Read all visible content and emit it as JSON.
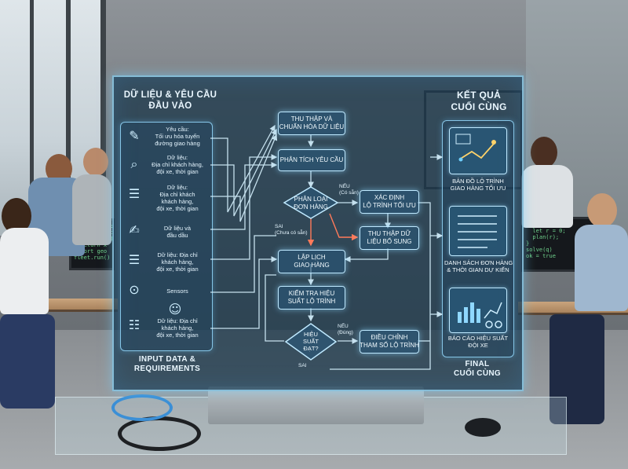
{
  "panel": {
    "left_title": "DỮ LIỆU & YÊU CẦU\nĐẦU VÀO",
    "left_footer": "INPUT DATA &\nREQUIREMENTS",
    "right_title": "KẾT QUẢ\nCUỐI CÙNG",
    "right_footer": "FINAL\nCUỐI CÙNG"
  },
  "inputs": [
    {
      "icon": "document-edit-icon",
      "glyph": "✎",
      "label": "Yêu cầu:\nTối ưu hóa tuyến\nđường giao hàng"
    },
    {
      "icon": "search-icon",
      "glyph": "⌕",
      "label": "Dữ liệu:\nĐịa chỉ khách hàng,\nđội xe, thời gian"
    },
    {
      "icon": "document-icon",
      "glyph": "☰",
      "label": "Dữ liệu:\nĐịa chỉ khách\nkhách hàng,\nđội xe, thời gian"
    },
    {
      "icon": "edit-icon",
      "glyph": "✍",
      "label": "Dữ liệu và\nđầu dầu"
    },
    {
      "icon": "document-icon",
      "glyph": "☰",
      "label": "Dữ liệu: Địa chỉ\nkhách hàng,\nđội xe, thời gian"
    },
    {
      "icon": "microphone-icon",
      "glyph": "⊙",
      "label": "Sensors"
    },
    {
      "icon": "user-icon",
      "glyph": "☺",
      "label": ""
    },
    {
      "icon": "document-search-icon",
      "glyph": "☷",
      "label": "Dữ liệu: Địa chỉ\nkhách hàng,\nđội xe, thời gian"
    }
  ],
  "flow": {
    "collect": "THU THẬP VÀ\nCHUẨN HÓA DỮ LIỆU",
    "analyze": "PHÂN TÍCH YÊU CẦU",
    "classify": "PHÂN LOẠI\nĐƠN HÀNG",
    "route": "XÁC ĐỊNH\nLỘ TRÌNH TỐI ƯU",
    "extra": "THU THẬP DỮ\nLIỆU BỔ SUNG",
    "schedule": "LẬP LỊCH\nGIAO HÀNG",
    "check": "KIỂM TRA HIỆU\nSUẤT LỘ TRÌNH",
    "perf": "HIỆU\nSUẤT\nĐẠT?",
    "adjust": "ĐIỀU CHỈNH\nTHAM SỐ LỘ TRÌNH",
    "yes1": "NẾU\n(Có sẵn)",
    "no1": "SAI\n(Chưa có sẵn)",
    "yes2": "NẾU\n(Đúng)",
    "no2": "SAI"
  },
  "outputs": [
    {
      "icon": "map-route-icon",
      "label": "BẢN ĐỒ LỘ TRÌNH\nGIAO HÀNG TỐI ƯU"
    },
    {
      "icon": "list-icon",
      "label": "DANH SÁCH ĐƠN HÀNG\n& THỜI GIAN DỰ KIẾN"
    },
    {
      "icon": "chart-icon",
      "label": "BÁO CÁO HIỆU SUẤT\nĐỘI XE"
    }
  ],
  "code_left": "def route():\n  for o in orders:\n    x=opt(o)\n  return x\nimport geo\nfleet.run()",
  "code_right": "fn main() {\n  let r = 0;\n  plan(r);\n}\nsolve(q)\nok = true",
  "colors": {
    "panel_border": "#a0e1ff",
    "arrow": "#d7f2ff",
    "no_arrow": "#ff7a5a",
    "glow": "#78d2ff"
  }
}
